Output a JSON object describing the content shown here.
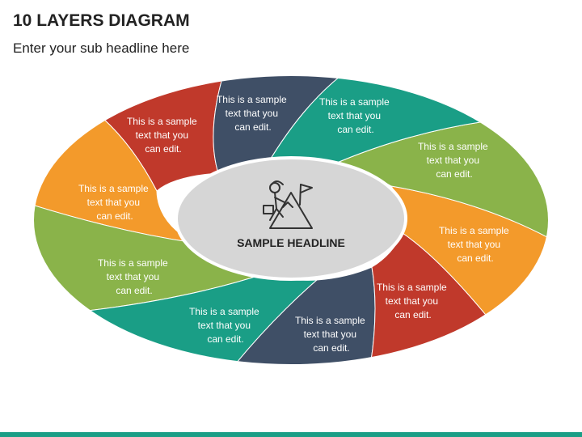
{
  "header": {
    "title": "10 LAYERS DIAGRAM",
    "subtitle": "Enter your sub headline here"
  },
  "center": {
    "headline": "SAMPLE HEADLINE",
    "icon": "climber-flag-mountain-icon"
  },
  "segment_text": {
    "line1": "This is a sample",
    "line2": "text that you",
    "line3": "can edit."
  },
  "colors": {
    "orange": "#f39a2b",
    "red": "#c0392b",
    "slate": "#3f4f66",
    "teal": "#1a9e86",
    "green": "#8ab34a",
    "center_fill": "#d6d6d6",
    "bottom_bar": "#1a9e86"
  }
}
